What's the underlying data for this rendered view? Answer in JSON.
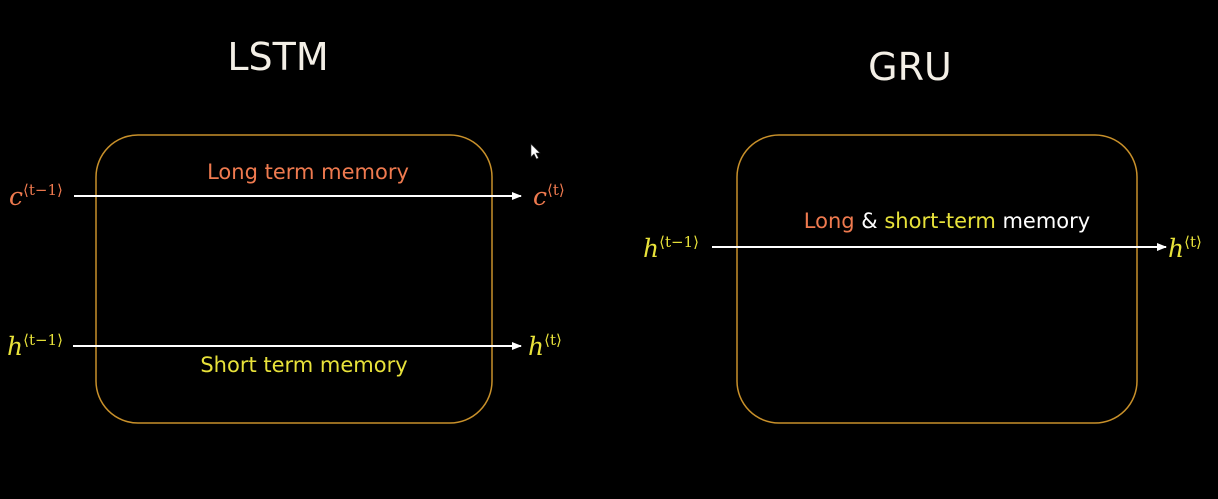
{
  "colors": {
    "background": "#000000",
    "box_border": "#c8902a",
    "arrow": "#ffffff",
    "long_term": "#ef7a4f",
    "short_term": "#e8e23a",
    "title": "#f3efe6",
    "memory_word": "#ffffff"
  },
  "lstm": {
    "title": "LSTM",
    "long_term_label": "Long term memory",
    "short_term_label": "Short term memory",
    "c_in": {
      "symbol": "c",
      "superscript": "⟨t−1⟩"
    },
    "c_out": {
      "symbol": "c",
      "superscript": "⟨t⟩"
    },
    "h_in": {
      "symbol": "h",
      "superscript": "⟨t−1⟩"
    },
    "h_out": {
      "symbol": "h",
      "superscript": "⟨t⟩"
    }
  },
  "gru": {
    "title": "GRU",
    "label_long": "Long",
    "label_amp": " & ",
    "label_short": "short-term",
    "label_memory": " memory",
    "h_in": {
      "symbol": "h",
      "superscript": "⟨t−1⟩"
    },
    "h_out": {
      "symbol": "h",
      "superscript": "⟨t⟩"
    }
  }
}
